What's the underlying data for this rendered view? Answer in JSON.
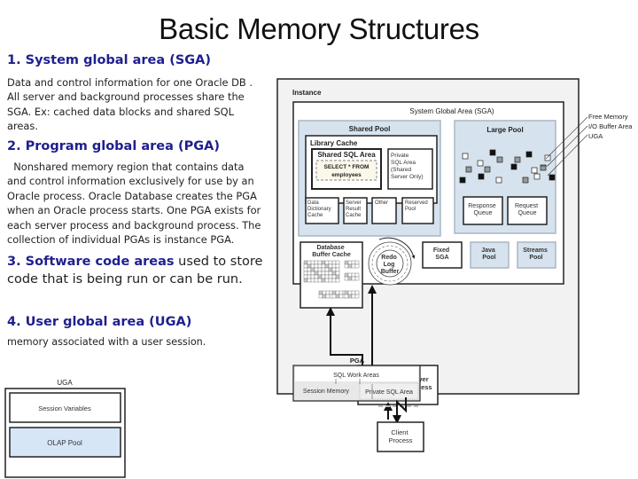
{
  "title": "Basic Memory Structures",
  "sections": [
    {
      "heading": "1. System global area (SGA)",
      "body": "Data and control information for one Oracle DB . All server and background processes share the SGA. Ex:  cached data blocks and shared SQL areas."
    },
    {
      "heading": "2. Program global area (PGA)",
      "body": "  Nonshared memory region that contains data and control information exclusively for use by an Oracle process. Oracle Database creates the PGA when an Oracle process starts. One PGA exists for each server process and background process. The collection of individual PGAs is instance PGA."
    },
    {
      "heading": "3. Software code areas",
      "heading_rest": " used to store",
      "body": "code that is being run or can be run."
    },
    {
      "heading": "4. User global area (UGA)",
      "body": "memory associated with a user session."
    }
  ],
  "uga_diagram": {
    "label": "UGA",
    "session_variables": "Session Variables",
    "olap_pool": "OLAP Pool"
  },
  "instance_diagram": {
    "instance_label": "Instance",
    "sga_label": "System Global Area (SGA)",
    "shared_pool": {
      "label": "Shared Pool",
      "library_cache": "Library Cache",
      "shared_sql_area": "Shared SQL Area",
      "sql_line1": "SELECT * FROM",
      "sql_line2": "employees",
      "private_sql_area": [
        "Private",
        "SQL Area",
        "(Shared",
        "Server Only)"
      ],
      "data_dictionary_cache": [
        "Data",
        "Dictionary",
        "Cache"
      ],
      "server_result_cache": [
        "Server",
        "Result",
        "Cache"
      ],
      "other": "Other",
      "reserved_pool": [
        "Reserved",
        "Pool"
      ]
    },
    "large_pool": {
      "label": "Large Pool",
      "response_queue": [
        "Response",
        "Queue"
      ],
      "request_queue": [
        "Request",
        "Queue"
      ]
    },
    "legend": [
      "Free Memory",
      "I/O Buffer Area",
      "UGA"
    ],
    "database_buffer_cache": [
      "Database",
      "Buffer Cache"
    ],
    "redo_log_buffer": [
      "Redo",
      "Log",
      "Buffer"
    ],
    "fixed_sga": [
      "Fixed",
      "SGA"
    ],
    "java_pool": [
      "Java",
      "Pool"
    ],
    "streams_pool": [
      "Streams",
      "Pool"
    ],
    "pga": {
      "label": "PGA",
      "sql_work_areas": "SQL Work Areas",
      "session_memory": "Session Memory",
      "private_sql_area": "Private SQL Area"
    },
    "server_process": [
      "Server",
      "Process"
    ],
    "client_process": [
      "Client",
      "Process"
    ]
  },
  "colors": {
    "heading": "#1f1f8f",
    "pool_fill": "#d6e3ee",
    "instance_fill": "#f2f2f2",
    "olap_fill": "#d6e6f7"
  }
}
